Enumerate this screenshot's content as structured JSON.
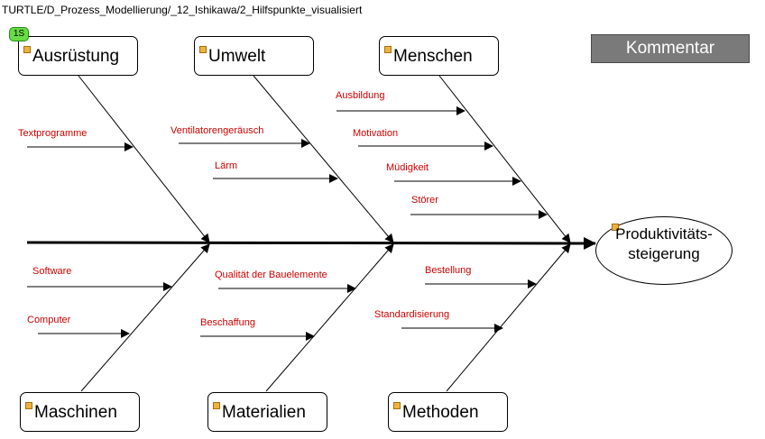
{
  "breadcrumb": "TURTLE/D_Prozess_Modellierung/_12_Ishikawa/2_Hilfspunkte_visualisiert",
  "comment_button": "Kommentar",
  "badge": "1S",
  "effect": "Produktivitäts-\nsteigerung",
  "categories": {
    "ausruestung": "Ausrüstung",
    "umwelt": "Umwelt",
    "menschen": "Menschen",
    "maschinen": "Maschinen",
    "materialien": "Materialien",
    "methoden": "Methoden"
  },
  "causes": {
    "textprogramme": "Textprogramme",
    "ventilatorengeraeusch": "Ventilatorengeräusch",
    "laerm": "Lärm",
    "ausbildung": "Ausbildung",
    "motivation": "Motivation",
    "muedigkeit": "Müdigkeit",
    "stoerer": "Störer",
    "software": "Software",
    "computer": "Computer",
    "qualitaet": "Qualität der Bauelemente",
    "beschaffung": "Beschaffung",
    "bestellung": "Bestellung",
    "standardisierung": "Standardisierung"
  },
  "colors": {
    "cause_text": "#d00000",
    "marker": "#f0b040",
    "badge": "#66dd44",
    "comment_button": "#7a7a7a"
  }
}
